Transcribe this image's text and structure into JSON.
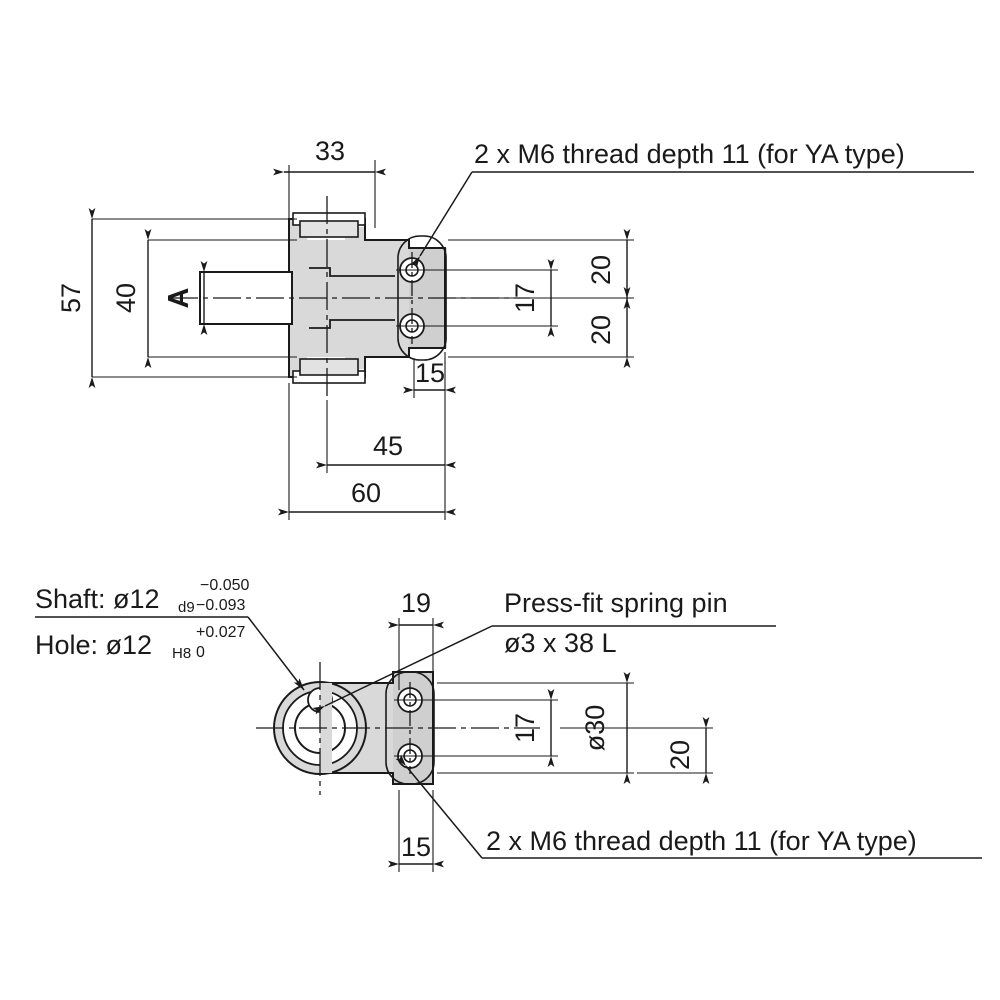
{
  "document": {
    "type": "engineering-drawing",
    "title": "Clevis / Knuckle Joint Dimensional Drawing",
    "background_color": "#ffffff",
    "line_color": "#1a1a1a",
    "fill_color": "#d9d9d9",
    "fill_color_dark": "#c2c2c2"
  },
  "views": {
    "top": {
      "name": "front-view",
      "dimensions": {
        "width_33": "33",
        "height_57": "57",
        "height_40": "40",
        "label_A": "A",
        "offset_17": "17",
        "upper_20": "20",
        "lower_20": "20",
        "edge_15": "15",
        "length_45": "45",
        "length_60": "60"
      },
      "callouts": {
        "m6_thread": "2 x M6 thread depth 11 (for YA type)"
      }
    },
    "bottom": {
      "name": "side-view",
      "dimensions": {
        "width_19": "19",
        "offset_17": "17",
        "diameter_30": "ø30",
        "height_20": "20",
        "edge_15": "15"
      },
      "callouts": {
        "spring_pin_line1": "Press-fit spring pin",
        "spring_pin_line2": "ø3 x 38 L",
        "m6_thread": "2 x M6 thread depth 11 (for YA type)"
      },
      "tolerances": {
        "shaft_label": "Shaft: ø12",
        "shaft_fit": "d9",
        "shaft_upper": "−0.050",
        "shaft_lower": "−0.093",
        "hole_label": "Hole: ø12",
        "hole_fit": "H8",
        "hole_upper": "+0.027",
        "hole_lower": "0"
      }
    }
  }
}
